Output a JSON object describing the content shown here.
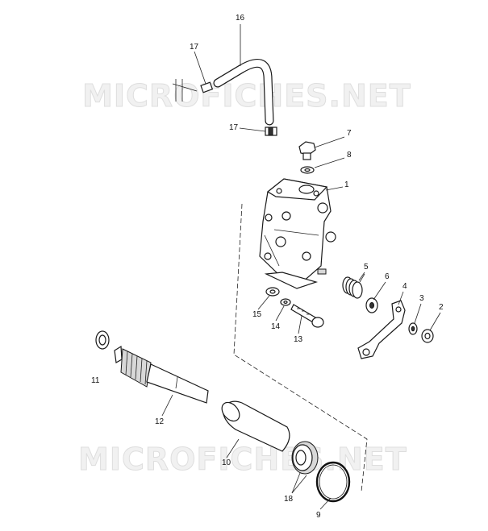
{
  "watermarks": [
    "MICROFICHES.NET",
    "MICROFICHES.NET"
  ],
  "callouts": [
    {
      "id": "1",
      "label": "1"
    },
    {
      "id": "2",
      "label": "2"
    },
    {
      "id": "3",
      "label": "3"
    },
    {
      "id": "4",
      "label": "4"
    },
    {
      "id": "5",
      "label": "5"
    },
    {
      "id": "6",
      "label": "6"
    },
    {
      "id": "7",
      "label": "7"
    },
    {
      "id": "8",
      "label": "8"
    },
    {
      "id": "9",
      "label": "9"
    },
    {
      "id": "10",
      "label": "10"
    },
    {
      "id": "11",
      "label": "11"
    },
    {
      "id": "12",
      "label": "12"
    },
    {
      "id": "13",
      "label": "13"
    },
    {
      "id": "14",
      "label": "14"
    },
    {
      "id": "15",
      "label": "15"
    },
    {
      "id": "16",
      "label": "16"
    },
    {
      "id": "17a",
      "label": "17"
    },
    {
      "id": "17b",
      "label": "17"
    },
    {
      "id": "18",
      "label": "18"
    }
  ]
}
